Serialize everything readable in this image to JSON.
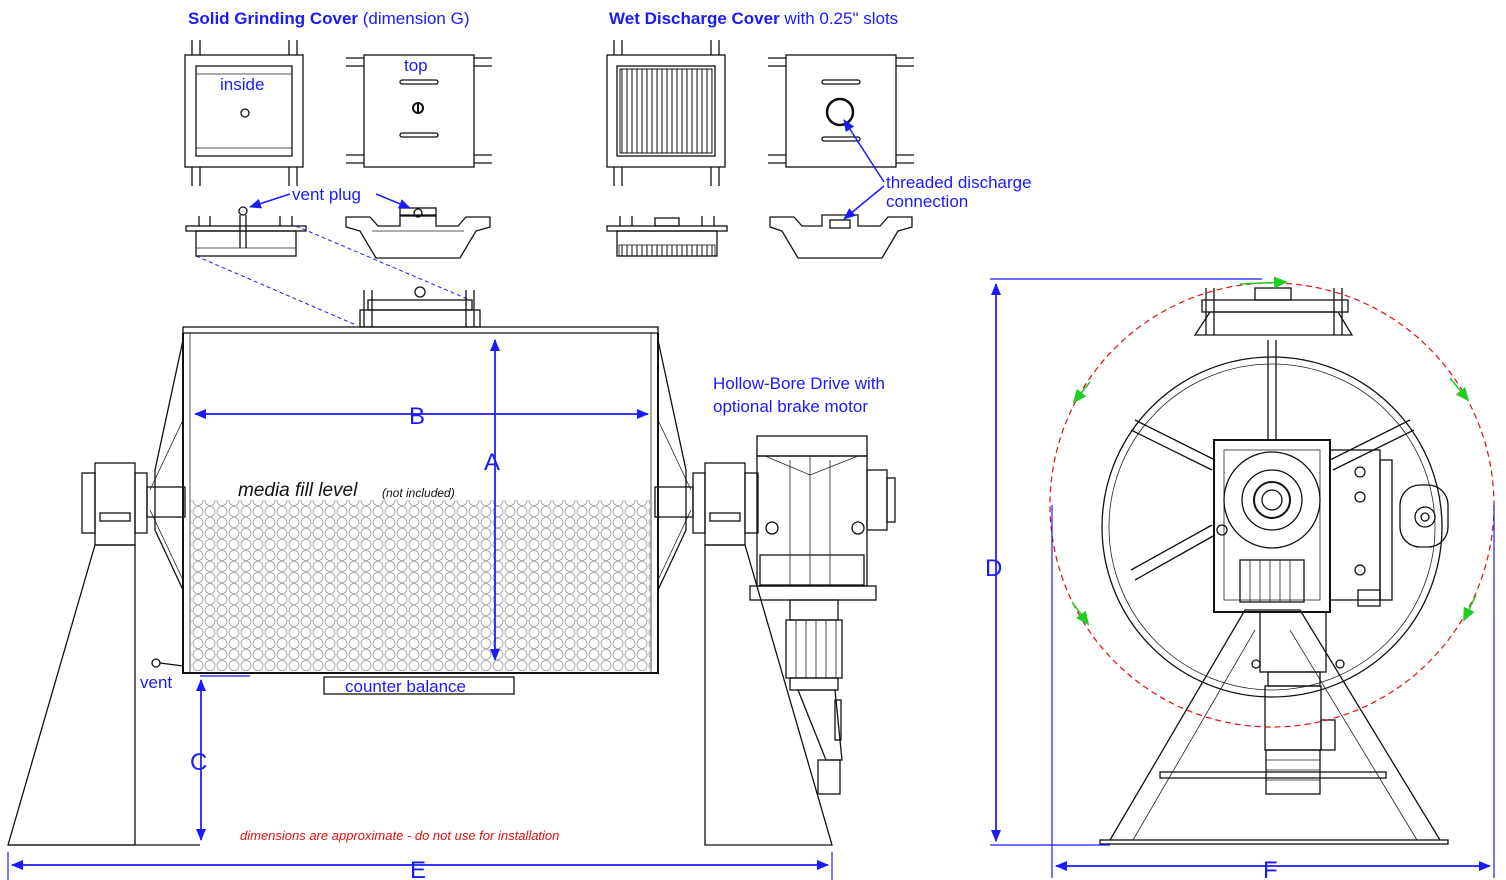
{
  "covers": {
    "solid_title_bold": "Solid Grinding Cover",
    "solid_title_rest": " (dimension G)",
    "wet_title_bold": "Wet Discharge Cover",
    "wet_title_rest": " with 0.25\" slots",
    "inside_label": "inside",
    "top_label": "top",
    "vent_plug_label": "vent plug",
    "threaded_label_line1": "threaded discharge",
    "threaded_label_line2": "connection"
  },
  "drive": {
    "label_line1": "Hollow-Bore Drive with",
    "label_line2": "optional brake motor"
  },
  "mill": {
    "media_label": "media fill level",
    "media_note": "(not included)",
    "vent_label": "vent",
    "counter_balance_label": "counter balance",
    "disclaimer": "dimensions are approximate - do not use for installation"
  },
  "dimensions": {
    "A": "A",
    "B": "B",
    "C": "C",
    "D": "D",
    "E": "E",
    "F": "F"
  },
  "colors": {
    "dimension": "#1a1aff",
    "rotation_path": "#e01010",
    "rotation_arrows": "#22cc22",
    "disclaimer": "#e01010"
  }
}
